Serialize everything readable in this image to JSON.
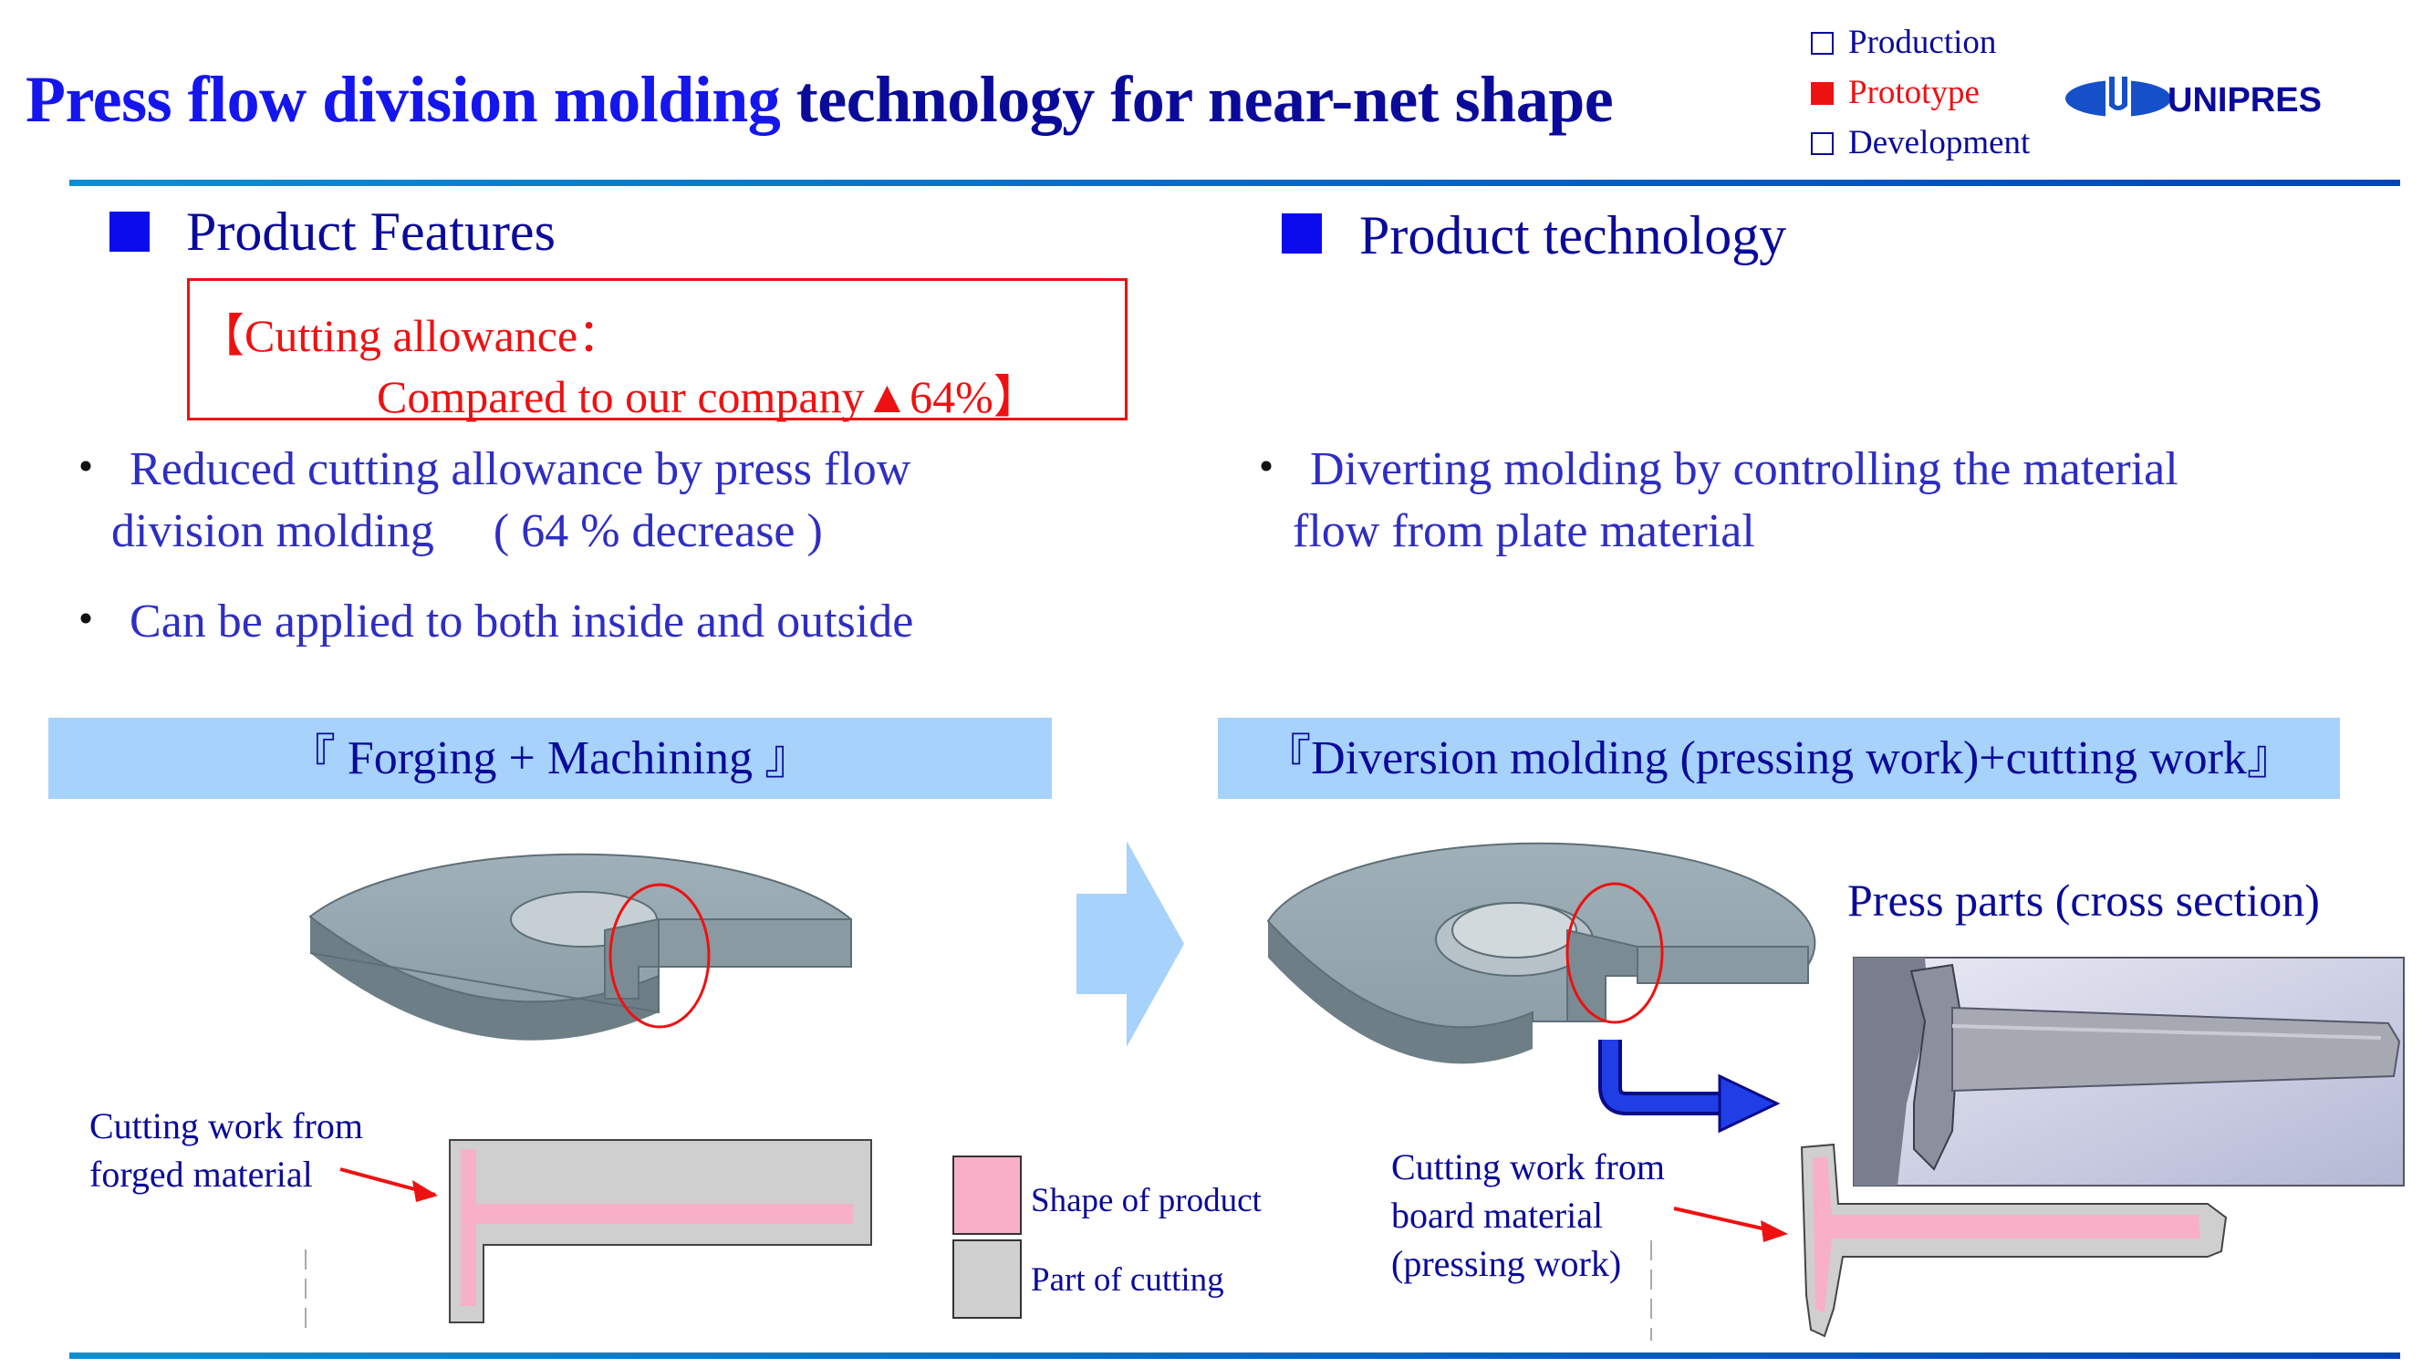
{
  "title": {
    "part1": "Press flow division molding ",
    "part2": "technology for near-net shape"
  },
  "status": {
    "production": "Production",
    "prototype": "Prototype",
    "development": "Development",
    "active": "prototype"
  },
  "logo": {
    "text": "UNIPRES"
  },
  "features": {
    "heading": "Product Features",
    "allowance_line1": "【Cutting allowance：",
    "allowance_line2": "Compared to our company▲64%】",
    "bullet1_line1": "Reduced cutting allowance by press flow",
    "bullet1_line2": "division molding　 ( 64 % decrease )",
    "bullet2": "Can be applied to both inside and outside"
  },
  "technology": {
    "heading": "Product technology",
    "bullet1_line1": "Diverting molding by controlling the material",
    "bullet1_line2": "flow from plate material"
  },
  "left_band": "『 Forging + Machining 』",
  "right_band": "『Diversion molding (pressing work)+cutting work』",
  "left_label_line1": "Cutting work from",
  "left_label_line2": "forged material",
  "legend": {
    "product": "Shape of product",
    "cutting": "Part of cutting"
  },
  "right_label_line1": "Cutting work from",
  "right_label_line2": "board material",
  "right_label_line3": "(pressing work)",
  "photo_caption": "Press parts (cross section)",
  "colors": {
    "title_blue": "#1515ee",
    "dark_blue": "#0a0a9a",
    "text_blue": "#2e2ec4",
    "accent_red": "#ee1111",
    "band_blue": "#a6d2fb",
    "product_pink": "#f8b0c8",
    "cutting_gray": "#cfcfcf",
    "part_steel": "#9eadb5"
  }
}
